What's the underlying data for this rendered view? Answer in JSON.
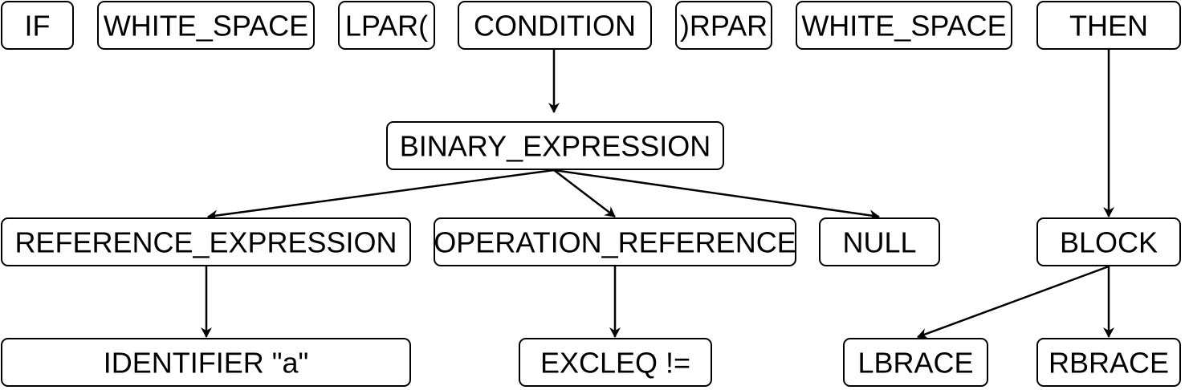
{
  "nodes": {
    "if": "IF",
    "ws1": "WHITE_SPACE",
    "lpar": "LPAR(",
    "condition": "CONDITION",
    "rpar": ")RPAR",
    "ws2": "WHITE_SPACE",
    "then": "THEN",
    "binary": "BINARY_EXPRESSION",
    "refexpr": "REFERENCE_EXPRESSION",
    "opref": "OPERATION_REFERENCE",
    "null": "NULL",
    "block": "BLOCK",
    "ident": "IDENTIFIER \"a\"",
    "excleq": "EXCLEQ !=",
    "lbrace": "LBRACE",
    "rbrace": "RBRACE"
  },
  "edges": [
    {
      "from": "condition",
      "to": "binary"
    },
    {
      "from": "then",
      "to": "block"
    },
    {
      "from": "binary",
      "to": "refexpr"
    },
    {
      "from": "binary",
      "to": "opref"
    },
    {
      "from": "binary",
      "to": "null"
    },
    {
      "from": "refexpr",
      "to": "ident"
    },
    {
      "from": "opref",
      "to": "excleq"
    },
    {
      "from": "block",
      "to": "lbrace"
    },
    {
      "from": "block",
      "to": "rbrace"
    }
  ]
}
